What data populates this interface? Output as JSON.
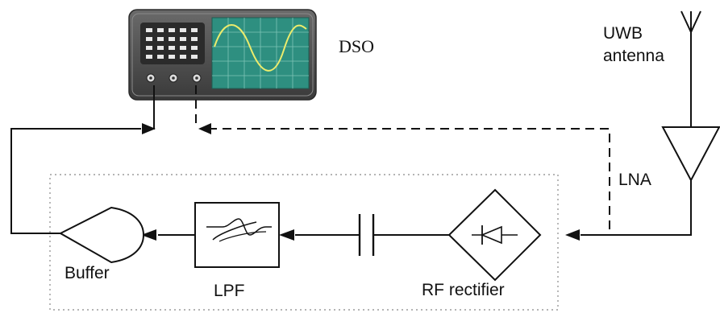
{
  "labels": {
    "dso": "DSO",
    "antenna_line1": "UWB",
    "antenna_line2": "antenna",
    "lna": "LNA",
    "buffer": "Buffer",
    "lpf": "LPF",
    "rectifier": "RF rectifier"
  },
  "colors": {
    "scope_body": "#4d4d4d",
    "scope_screen": "#2e8f80",
    "scope_grid": "#7fc4b6",
    "waveform": "#ecec6c",
    "line": "#111111"
  },
  "icons": [
    "oscilloscope-icon",
    "antenna-icon",
    "amplifier-icon",
    "buffer-icon",
    "low-pass-filter-icon",
    "capacitor-icon",
    "diode-rectifier-icon"
  ]
}
